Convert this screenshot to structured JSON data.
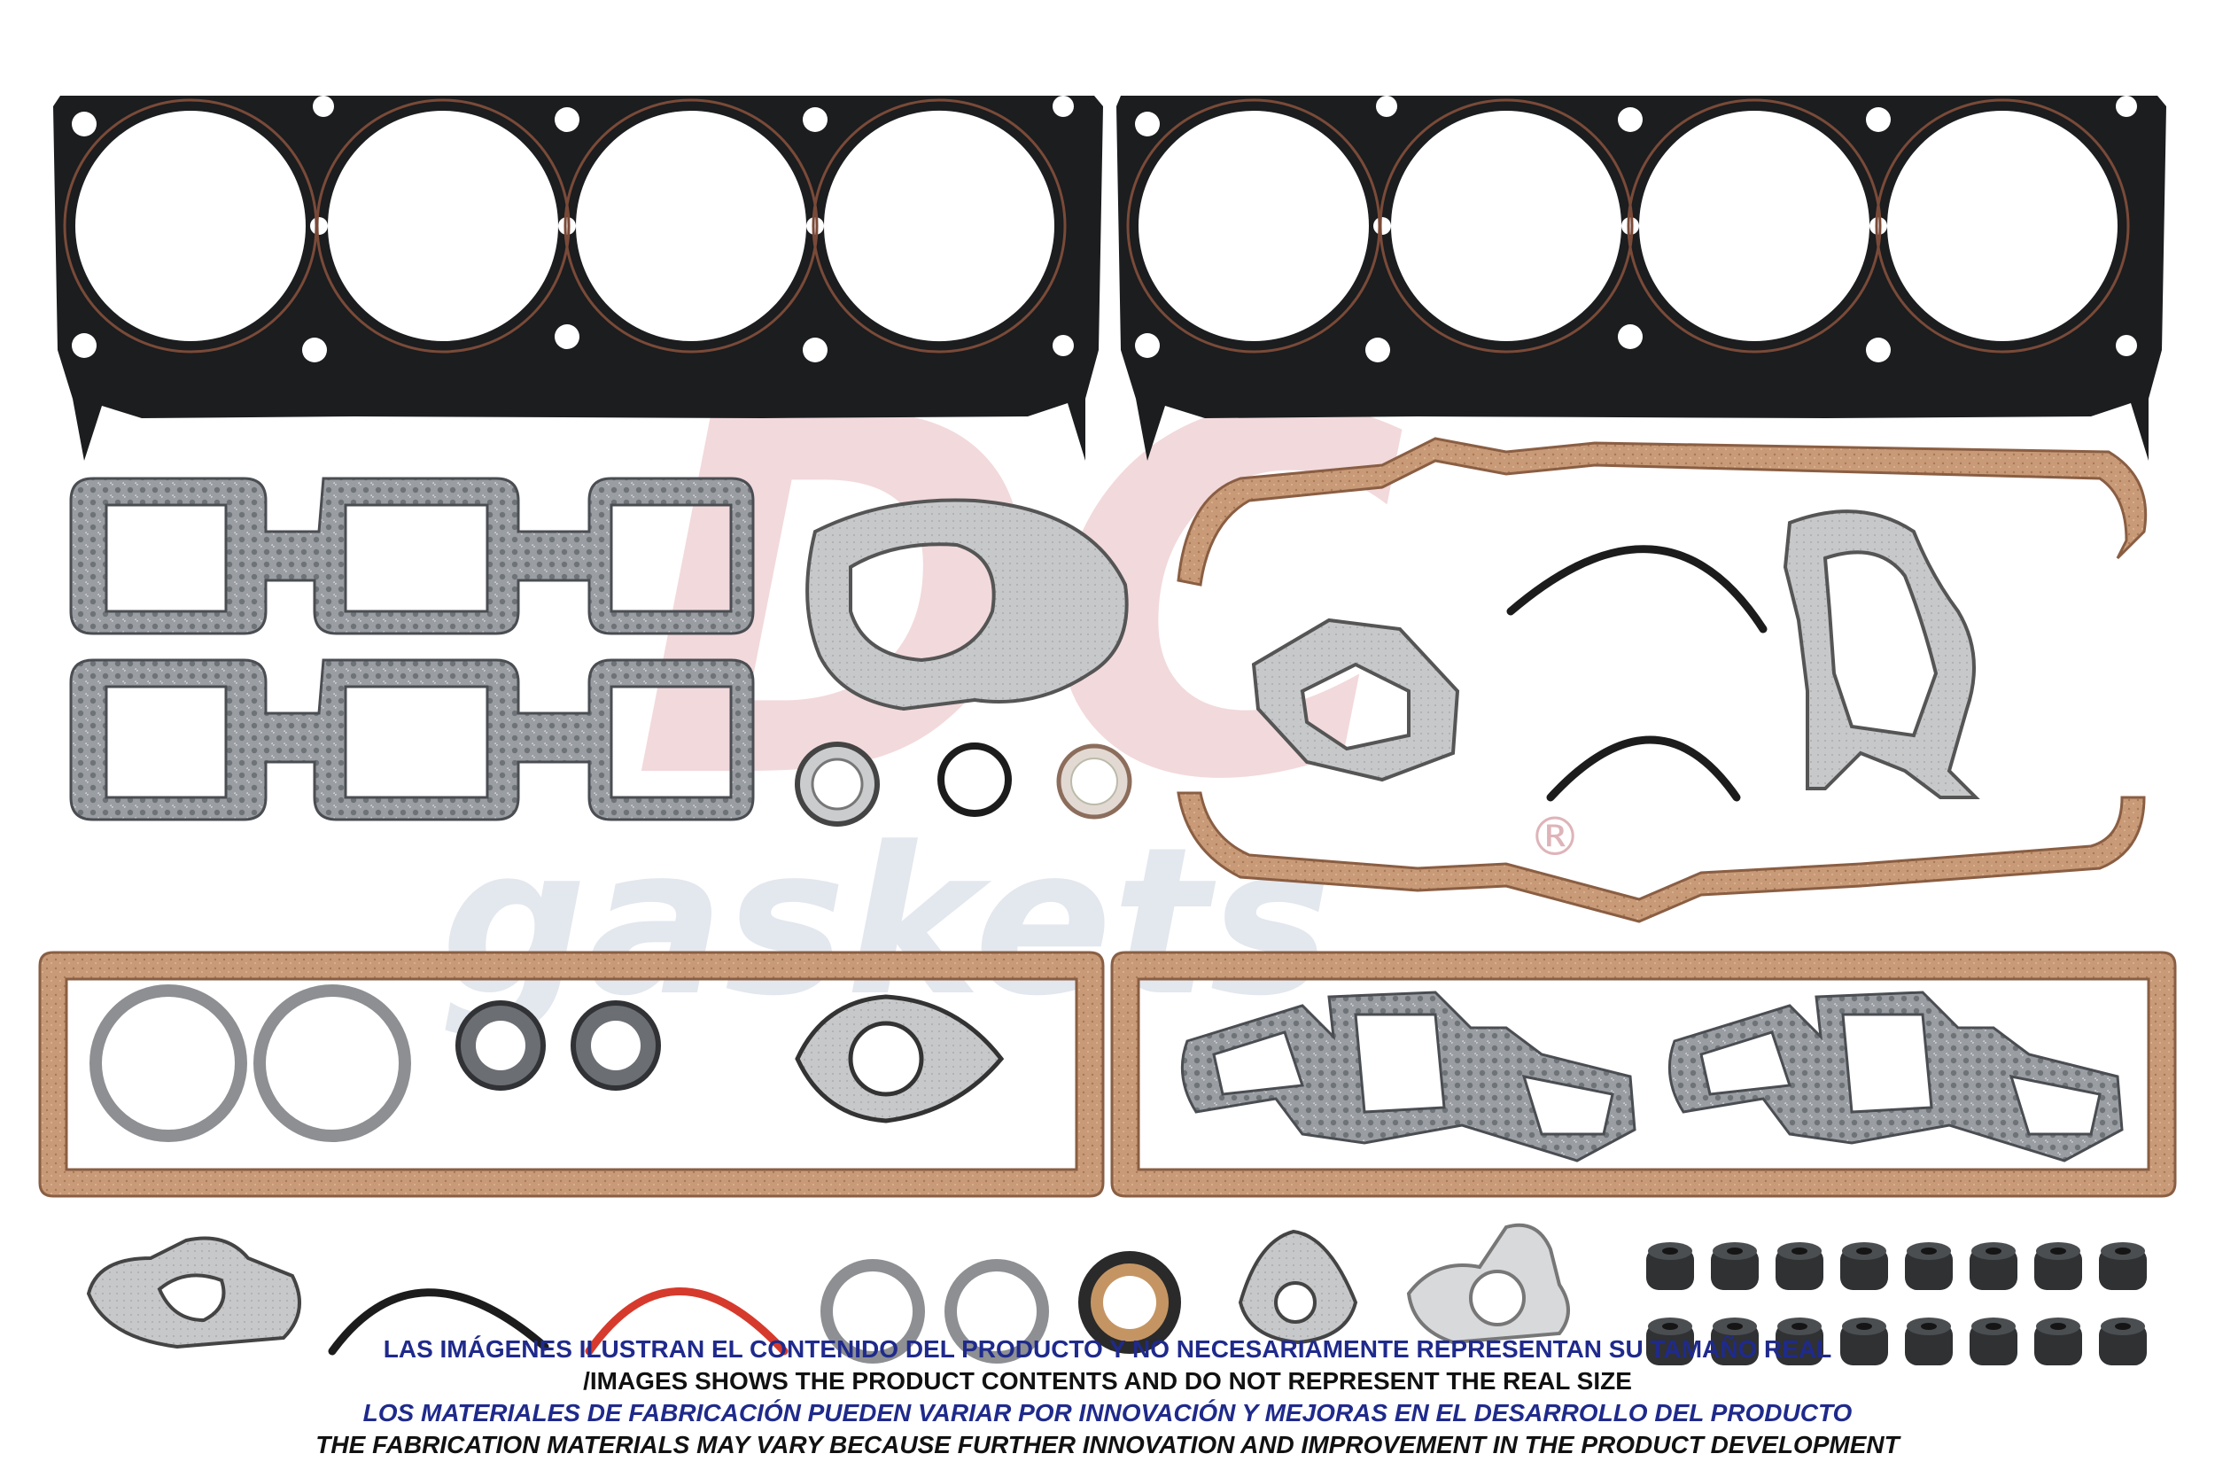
{
  "brand": {
    "logo_letters": "DC",
    "logo_word": "gaskets",
    "registered_mark": "®",
    "colors": {
      "logo_red": "#e8b9bd",
      "logo_blue": "#b9c3de",
      "logo_gray": "#d9dce6"
    }
  },
  "colors": {
    "metal_black": "#1b1d1f",
    "cork": "#c89a77",
    "cork_edge": "#8a5e43",
    "graphite": "#9a9ea3",
    "rubber_black": "#2a2a2a",
    "silicone_red": "#d63a2c",
    "caption_blue": "#1f2a8c"
  },
  "disclaimer": {
    "line1": "LAS IMÁGENES ILUSTRAN EL CONTENIDO DEL PRODUCTO Y NO NECESARIAMENTE REPRESENTAN SU TAMAÑO REAL",
    "line2": "/IMAGES SHOWS THE PRODUCT CONTENTS AND DO NOT REPRESENT THE REAL SIZE",
    "line3": "LOS MATERIALES DE FABRICACIÓN PUEDEN VARIAR POR INNOVACIÓN Y MEJORAS EN EL DESARROLLO DEL PRODUCTO",
    "line4": "THE FABRICATION MATERIALS MAY VARY BECAUSE FURTHER INNOVATION AND IMPROVEMENT IN THE PRODUCT DEVELOPMENT"
  },
  "valve_seal_count": 16
}
